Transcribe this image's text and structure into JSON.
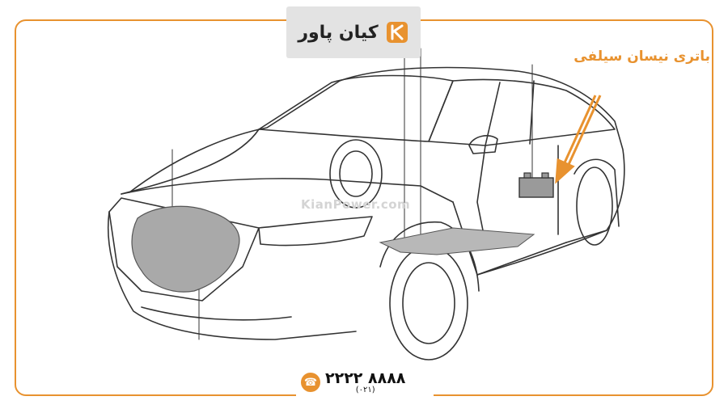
{
  "brand": {
    "logo_text": "کیان پاور",
    "watermark": "KianPower.com",
    "accent_color": "#e8922f"
  },
  "callout": {
    "label": "باتری نیسان سیلفی"
  },
  "contact": {
    "phone": "۲۲۲۲ ۸۸۸۸",
    "area_code": "(۰۲۱)",
    "icon": "phone-icon"
  },
  "illustration": {
    "subject": "car-line-drawing",
    "icon": "battery-icon"
  }
}
